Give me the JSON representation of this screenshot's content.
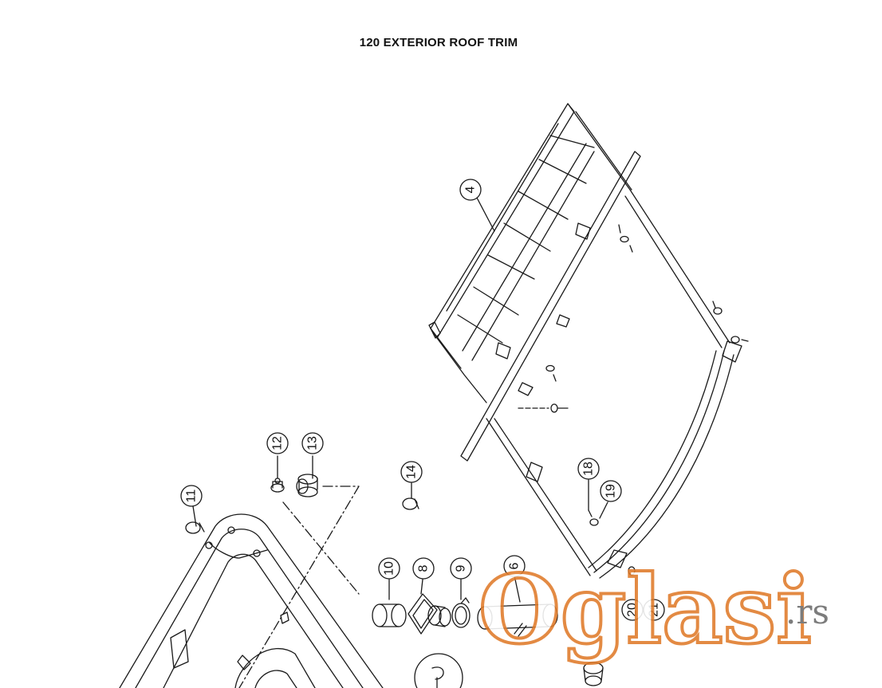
{
  "page": {
    "title": "120 EXTERIOR ROOF TRIM"
  },
  "callouts": [
    {
      "id": "4",
      "label": "4"
    },
    {
      "id": "6",
      "label": "6"
    },
    {
      "id": "8",
      "label": "8"
    },
    {
      "id": "9",
      "label": "9"
    },
    {
      "id": "10",
      "label": "10"
    },
    {
      "id": "11",
      "label": "11"
    },
    {
      "id": "12",
      "label": "12"
    },
    {
      "id": "13",
      "label": "13"
    },
    {
      "id": "14",
      "label": "14"
    },
    {
      "id": "18",
      "label": "18"
    },
    {
      "id": "19",
      "label": "19"
    },
    {
      "id": "20",
      "label": "20"
    },
    {
      "id": "21",
      "label": "21"
    }
  ],
  "watermark": {
    "brand": "Oglasi",
    "suffix": ".rs",
    "color": "#e07b2a"
  },
  "colors": {
    "line": "#1a1a1a",
    "background": "#ffffff"
  }
}
